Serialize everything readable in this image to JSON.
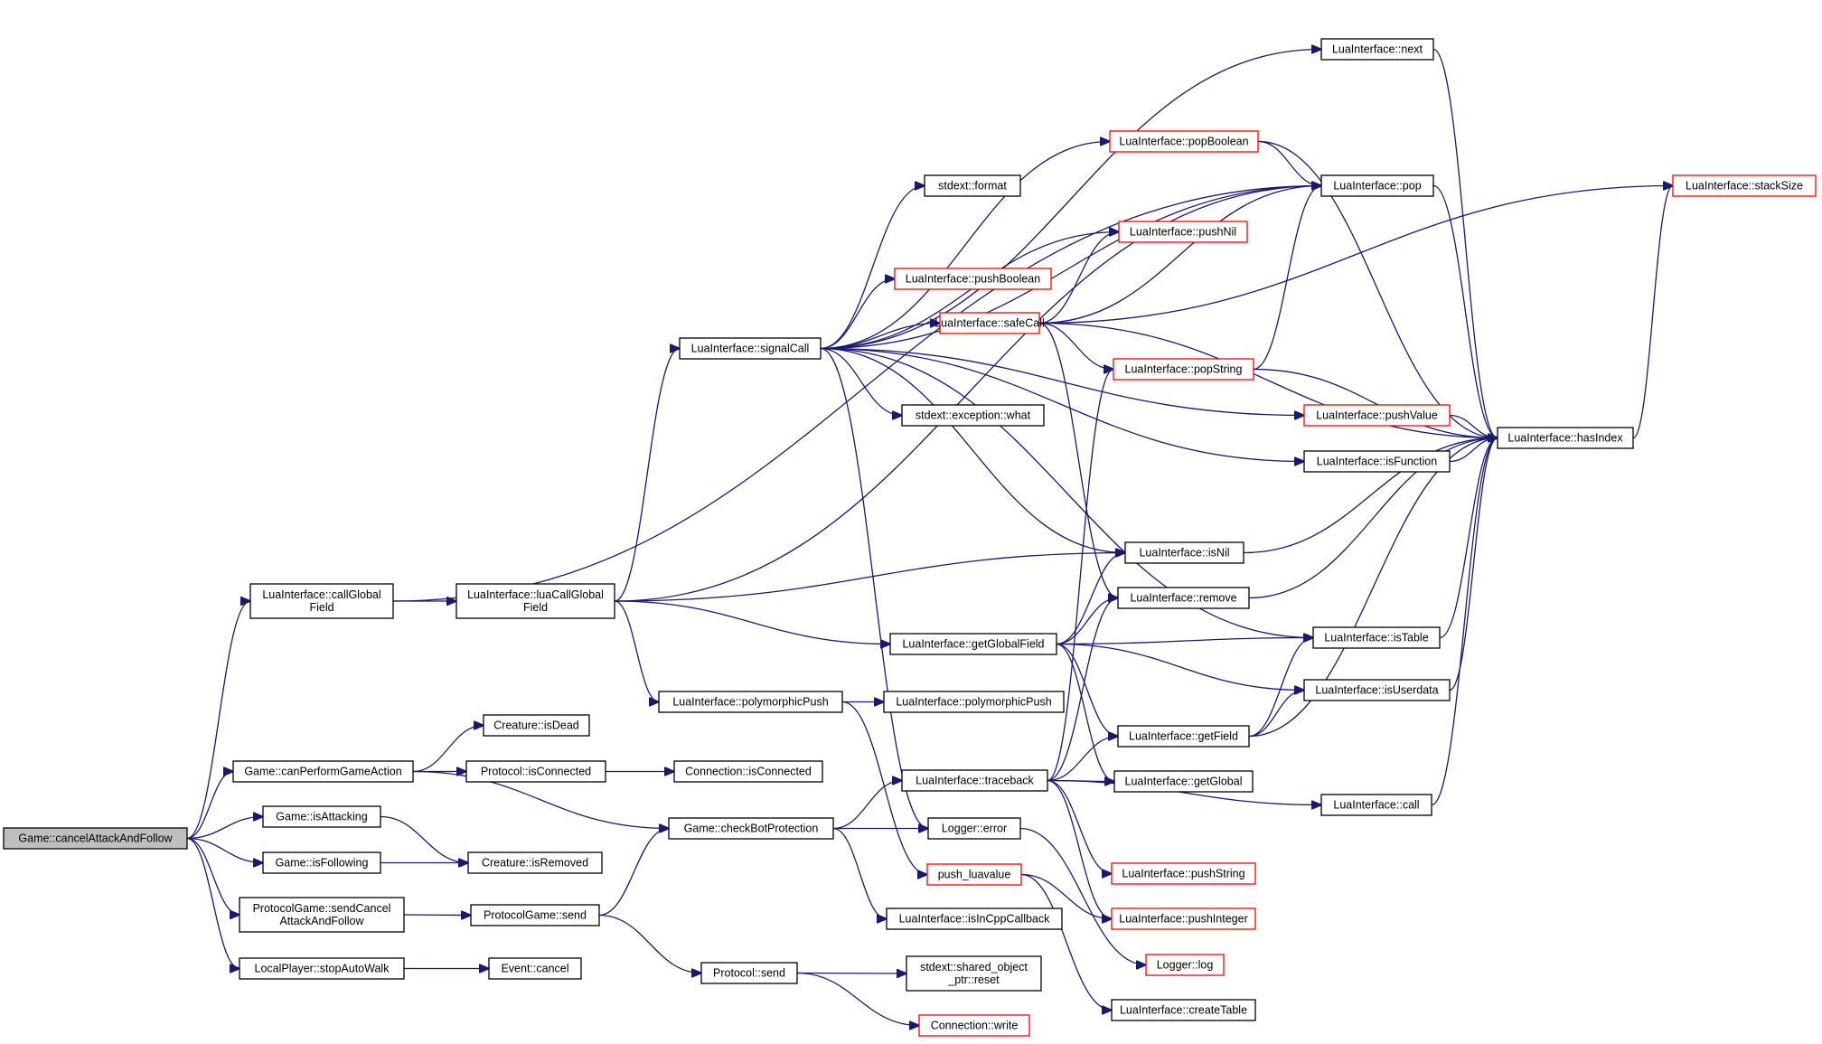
{
  "nodes": {
    "cancelAttackAndFollow": {
      "lines": [
        "Game::cancelAttackAndFollow"
      ],
      "style": "root"
    },
    "callGlobalField": {
      "lines": [
        "LuaInterface::callGlobal",
        "Field"
      ],
      "style": "normal"
    },
    "luaCallGlobalField": {
      "lines": [
        "LuaInterface::luaCallGlobal",
        "Field"
      ],
      "style": "normal"
    },
    "signalCall": {
      "lines": [
        "LuaInterface::signalCall"
      ],
      "style": "normal"
    },
    "canPerformGameAction": {
      "lines": [
        "Game::canPerformGameAction"
      ],
      "style": "normal"
    },
    "isDead": {
      "lines": [
        "Creature::isDead"
      ],
      "style": "normal"
    },
    "protocolIsConnected": {
      "lines": [
        "Protocol::isConnected"
      ],
      "style": "normal"
    },
    "connectionIsConnected": {
      "lines": [
        "Connection::isConnected"
      ],
      "style": "normal"
    },
    "isAttacking": {
      "lines": [
        "Game::isAttacking"
      ],
      "style": "normal"
    },
    "isFollowing": {
      "lines": [
        "Game::isFollowing"
      ],
      "style": "normal"
    },
    "isRemoved": {
      "lines": [
        "Creature::isRemoved"
      ],
      "style": "normal"
    },
    "sendCancel": {
      "lines": [
        "ProtocolGame::sendCancel",
        "AttackAndFollow"
      ],
      "style": "normal"
    },
    "protocolGameSend": {
      "lines": [
        "ProtocolGame::send"
      ],
      "style": "normal"
    },
    "protocolSend": {
      "lines": [
        "Protocol::send"
      ],
      "style": "normal"
    },
    "stopAutoWalk": {
      "lines": [
        "LocalPlayer::stopAutoWalk"
      ],
      "style": "normal"
    },
    "eventCancel": {
      "lines": [
        "Event::cancel"
      ],
      "style": "normal"
    },
    "checkBotProtection": {
      "lines": [
        "Game::checkBotProtection"
      ],
      "style": "normal"
    },
    "polymorphicPush1": {
      "lines": [
        "LuaInterface::polymorphicPush"
      ],
      "style": "normal"
    },
    "polymorphicPush2": {
      "lines": [
        "LuaInterface::polymorphicPush"
      ],
      "style": "normal"
    },
    "format": {
      "lines": [
        "stdext::format"
      ],
      "style": "normal"
    },
    "pushBoolean": {
      "lines": [
        "LuaInterface::pushBoolean"
      ],
      "style": "red"
    },
    "safeCall": {
      "lines": [
        "LuaInterface::safeCall"
      ],
      "style": "red"
    },
    "exceptionWhat": {
      "lines": [
        "stdext::exception::what"
      ],
      "style": "normal"
    },
    "getGlobalField": {
      "lines": [
        "LuaInterface::getGlobalField"
      ],
      "style": "normal"
    },
    "traceback": {
      "lines": [
        "LuaInterface::traceback"
      ],
      "style": "normal"
    },
    "loggerError": {
      "lines": [
        "Logger::error"
      ],
      "style": "normal"
    },
    "pushLuavalue": {
      "lines": [
        "push_luavalue"
      ],
      "style": "red"
    },
    "isInCppCallback": {
      "lines": [
        "LuaInterface::isInCppCallback"
      ],
      "style": "normal"
    },
    "sharedReset": {
      "lines": [
        "stdext::shared_object",
        "_ptr::reset"
      ],
      "style": "normal"
    },
    "connectionWrite": {
      "lines": [
        "Connection::write"
      ],
      "style": "red"
    },
    "next": {
      "lines": [
        "LuaInterface::next"
      ],
      "style": "normal"
    },
    "popBoolean": {
      "lines": [
        "LuaInterface::popBoolean"
      ],
      "style": "red"
    },
    "pushNil": {
      "lines": [
        "LuaInterface::pushNil"
      ],
      "style": "red"
    },
    "popString": {
      "lines": [
        "LuaInterface::popString"
      ],
      "style": "red"
    },
    "isNil": {
      "lines": [
        "LuaInterface::isNil"
      ],
      "style": "normal"
    },
    "remove": {
      "lines": [
        "LuaInterface::remove"
      ],
      "style": "normal"
    },
    "getField": {
      "lines": [
        "LuaInterface::getField"
      ],
      "style": "normal"
    },
    "getGlobal": {
      "lines": [
        "LuaInterface::getGlobal"
      ],
      "style": "normal"
    },
    "pushString": {
      "lines": [
        "LuaInterface::pushString"
      ],
      "style": "red"
    },
    "pushInteger": {
      "lines": [
        "LuaInterface::pushInteger"
      ],
      "style": "red"
    },
    "loggerLog": {
      "lines": [
        "Logger::log"
      ],
      "style": "red"
    },
    "createTable": {
      "lines": [
        "LuaInterface::createTable"
      ],
      "style": "normal"
    },
    "pop": {
      "lines": [
        "LuaInterface::pop"
      ],
      "style": "normal"
    },
    "pushValue": {
      "lines": [
        "LuaInterface::pushValue"
      ],
      "style": "red"
    },
    "isFunction": {
      "lines": [
        "LuaInterface::isFunction"
      ],
      "style": "normal"
    },
    "isTable": {
      "lines": [
        "LuaInterface::isTable"
      ],
      "style": "normal"
    },
    "isUserdata": {
      "lines": [
        "LuaInterface::isUserdata"
      ],
      "style": "normal"
    },
    "call": {
      "lines": [
        "LuaInterface::call"
      ],
      "style": "normal"
    },
    "hasIndex": {
      "lines": [
        "LuaInterface::hasIndex"
      ],
      "style": "normal"
    },
    "stackSize": {
      "lines": [
        "LuaInterface::stackSize"
      ],
      "style": "red"
    }
  },
  "edges": [
    [
      "cancelAttackAndFollow",
      "callGlobalField"
    ],
    [
      "cancelAttackAndFollow",
      "canPerformGameAction"
    ],
    [
      "cancelAttackAndFollow",
      "isAttacking"
    ],
    [
      "cancelAttackAndFollow",
      "isFollowing"
    ],
    [
      "cancelAttackAndFollow",
      "sendCancel"
    ],
    [
      "cancelAttackAndFollow",
      "stopAutoWalk"
    ],
    [
      "callGlobalField",
      "luaCallGlobalField"
    ],
    [
      "callGlobalField",
      "pop"
    ],
    [
      "luaCallGlobalField",
      "signalCall"
    ],
    [
      "luaCallGlobalField",
      "pop"
    ],
    [
      "luaCallGlobalField",
      "isNil"
    ],
    [
      "luaCallGlobalField",
      "getGlobalField"
    ],
    [
      "luaCallGlobalField",
      "polymorphicPush1"
    ],
    [
      "canPerformGameAction",
      "isDead"
    ],
    [
      "canPerformGameAction",
      "protocolIsConnected"
    ],
    [
      "canPerformGameAction",
      "checkBotProtection"
    ],
    [
      "protocolIsConnected",
      "connectionIsConnected"
    ],
    [
      "isAttacking",
      "isRemoved"
    ],
    [
      "isFollowing",
      "isRemoved"
    ],
    [
      "sendCancel",
      "protocolGameSend"
    ],
    [
      "protocolGameSend",
      "checkBotProtection"
    ],
    [
      "protocolGameSend",
      "protocolSend"
    ],
    [
      "protocolSend",
      "sharedReset"
    ],
    [
      "protocolSend",
      "connectionWrite"
    ],
    [
      "stopAutoWalk",
      "eventCancel"
    ],
    [
      "checkBotProtection",
      "traceback"
    ],
    [
      "checkBotProtection",
      "loggerError"
    ],
    [
      "checkBotProtection",
      "isInCppCallback"
    ],
    [
      "polymorphicPush1",
      "polymorphicPush2"
    ],
    [
      "polymorphicPush1",
      "pushLuavalue"
    ],
    [
      "signalCall",
      "next"
    ],
    [
      "signalCall",
      "popBoolean"
    ],
    [
      "signalCall",
      "format"
    ],
    [
      "signalCall",
      "pushNil"
    ],
    [
      "signalCall",
      "pushBoolean"
    ],
    [
      "signalCall",
      "safeCall"
    ],
    [
      "signalCall",
      "exceptionWhat"
    ],
    [
      "signalCall",
      "pushValue"
    ],
    [
      "signalCall",
      "isFunction"
    ],
    [
      "signalCall",
      "isNil"
    ],
    [
      "signalCall",
      "isTable"
    ],
    [
      "signalCall",
      "pop"
    ],
    [
      "signalCall",
      "loggerError"
    ],
    [
      "safeCall",
      "pushNil"
    ],
    [
      "safeCall",
      "pop"
    ],
    [
      "safeCall",
      "popString"
    ],
    [
      "safeCall",
      "remove"
    ],
    [
      "safeCall",
      "hasIndex"
    ],
    [
      "safeCall",
      "stackSize"
    ],
    [
      "popBoolean",
      "pop"
    ],
    [
      "popBoolean",
      "hasIndex"
    ],
    [
      "popString",
      "pop"
    ],
    [
      "popString",
      "hasIndex"
    ],
    [
      "pushValue",
      "hasIndex"
    ],
    [
      "isFunction",
      "hasIndex"
    ],
    [
      "isNil",
      "hasIndex"
    ],
    [
      "remove",
      "hasIndex"
    ],
    [
      "isTable",
      "hasIndex"
    ],
    [
      "isUserdata",
      "hasIndex"
    ],
    [
      "getField",
      "hasIndex"
    ],
    [
      "getField",
      "isTable"
    ],
    [
      "getField",
      "isUserdata"
    ],
    [
      "call",
      "hasIndex"
    ],
    [
      "pop",
      "hasIndex"
    ],
    [
      "next",
      "hasIndex"
    ],
    [
      "hasIndex",
      "stackSize"
    ],
    [
      "getGlobalField",
      "isNil"
    ],
    [
      "getGlobalField",
      "remove"
    ],
    [
      "getGlobalField",
      "isTable"
    ],
    [
      "getGlobalField",
      "isUserdata"
    ],
    [
      "getGlobalField",
      "getField"
    ],
    [
      "getGlobalField",
      "getGlobal"
    ],
    [
      "traceback",
      "popString"
    ],
    [
      "traceback",
      "remove"
    ],
    [
      "traceback",
      "getField"
    ],
    [
      "traceback",
      "getGlobal"
    ],
    [
      "traceback",
      "call"
    ],
    [
      "traceback",
      "pushString"
    ],
    [
      "traceback",
      "pushInteger"
    ],
    [
      "loggerError",
      "loggerLog"
    ],
    [
      "pushLuavalue",
      "pushInteger"
    ],
    [
      "pushLuavalue",
      "createTable"
    ]
  ]
}
